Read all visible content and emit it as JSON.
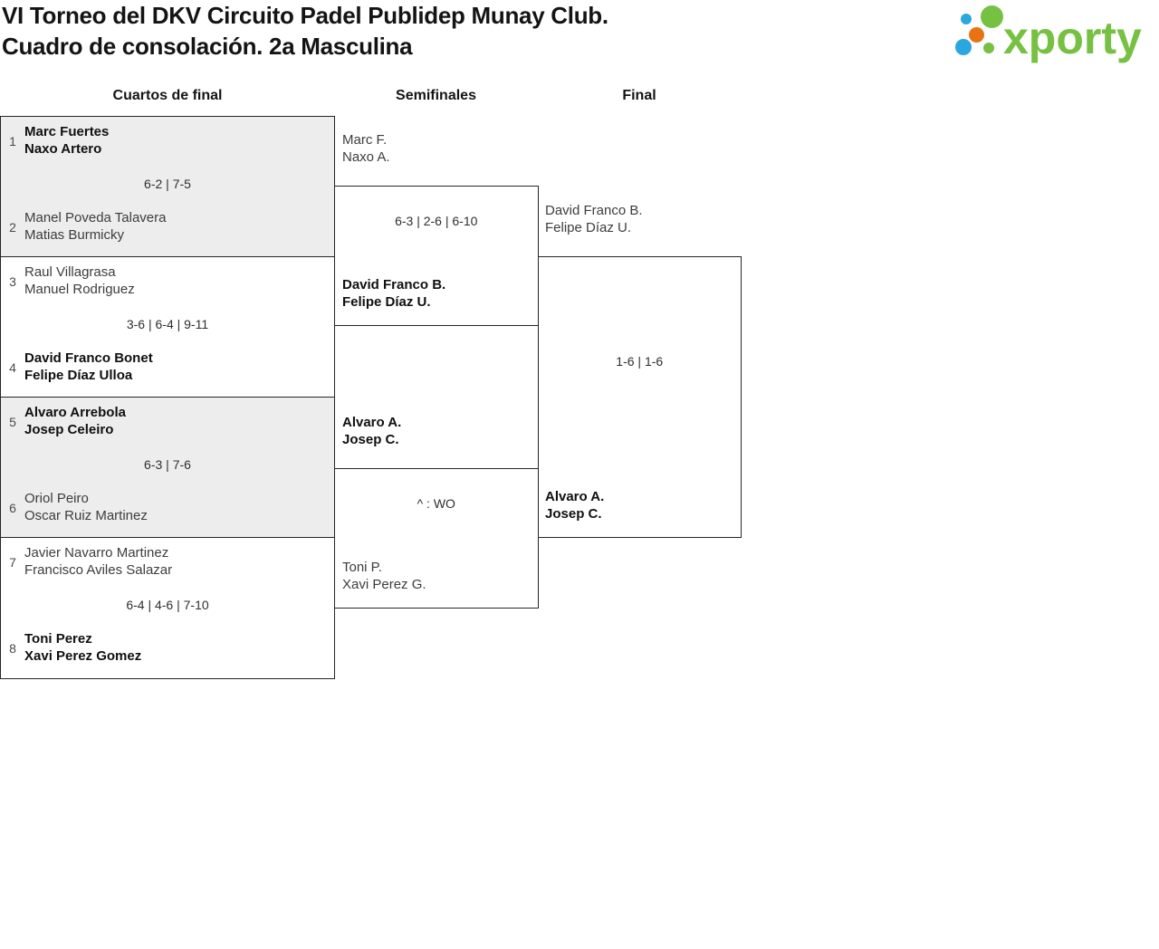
{
  "header": {
    "title_line1": "VI Torneo del DKV Circuito Padel Publidep Munay Club.",
    "title_line2": "Cuadro de consolación. 2a Masculina",
    "logo_text": "xporty"
  },
  "brand": {
    "logo-green": "#76C042",
    "logo-blue": "#2AA7DF",
    "logo-orange": "#E97312"
  },
  "columns": {
    "quarterfinals": "Cuartos de final",
    "semifinals": "Semifinales",
    "final": "Final"
  },
  "quarterfinals": [
    {
      "seed_top": "1",
      "top": [
        "Marc Fuertes",
        "Naxo Artero"
      ],
      "top_winner": true,
      "score": "6-2 | 7-5",
      "seed_bottom": "2",
      "bottom": [
        "Manel Poveda Talavera",
        "Matias Burmicky"
      ],
      "bottom_winner": false
    },
    {
      "seed_top": "3",
      "top": [
        "Raul Villagrasa",
        "Manuel Rodriguez"
      ],
      "top_winner": false,
      "score": "3-6 | 6-4 | 9-11",
      "seed_bottom": "4",
      "bottom": [
        "David Franco Bonet",
        "Felipe Díaz Ulloa"
      ],
      "bottom_winner": true
    },
    {
      "seed_top": "5",
      "top": [
        "Alvaro Arrebola",
        "Josep Celeiro"
      ],
      "top_winner": true,
      "score": "6-3 | 7-6",
      "seed_bottom": "6",
      "bottom": [
        "Oriol Peiro",
        "Oscar Ruiz Martinez"
      ],
      "bottom_winner": false
    },
    {
      "seed_top": "7",
      "top": [
        "Javier Navarro Martinez",
        "Francisco Aviles Salazar"
      ],
      "top_winner": false,
      "score": "6-4 | 4-6 | 7-10",
      "seed_bottom": "8",
      "bottom": [
        "Toni Perez",
        "Xavi Perez Gomez"
      ],
      "bottom_winner": true
    }
  ],
  "semifinals": [
    {
      "top": [
        "Marc F.",
        "Naxo A."
      ],
      "top_winner": false,
      "score": "6-3 | 2-6 | 6-10",
      "bottom": [
        "David Franco B.",
        "Felipe Díaz U."
      ],
      "bottom_winner": true
    },
    {
      "top": [
        "Alvaro A.",
        "Josep C."
      ],
      "top_winner": true,
      "score": "^ : WO",
      "bottom": [
        "Toni P.",
        "Xavi Perez G."
      ],
      "bottom_winner": false
    }
  ],
  "final": {
    "top": [
      "David Franco B.",
      "Felipe Díaz U."
    ],
    "top_winner": false,
    "score": "1-6 | 1-6",
    "bottom": [
      "Alvaro A.",
      "Josep C."
    ],
    "bottom_winner": true
  }
}
